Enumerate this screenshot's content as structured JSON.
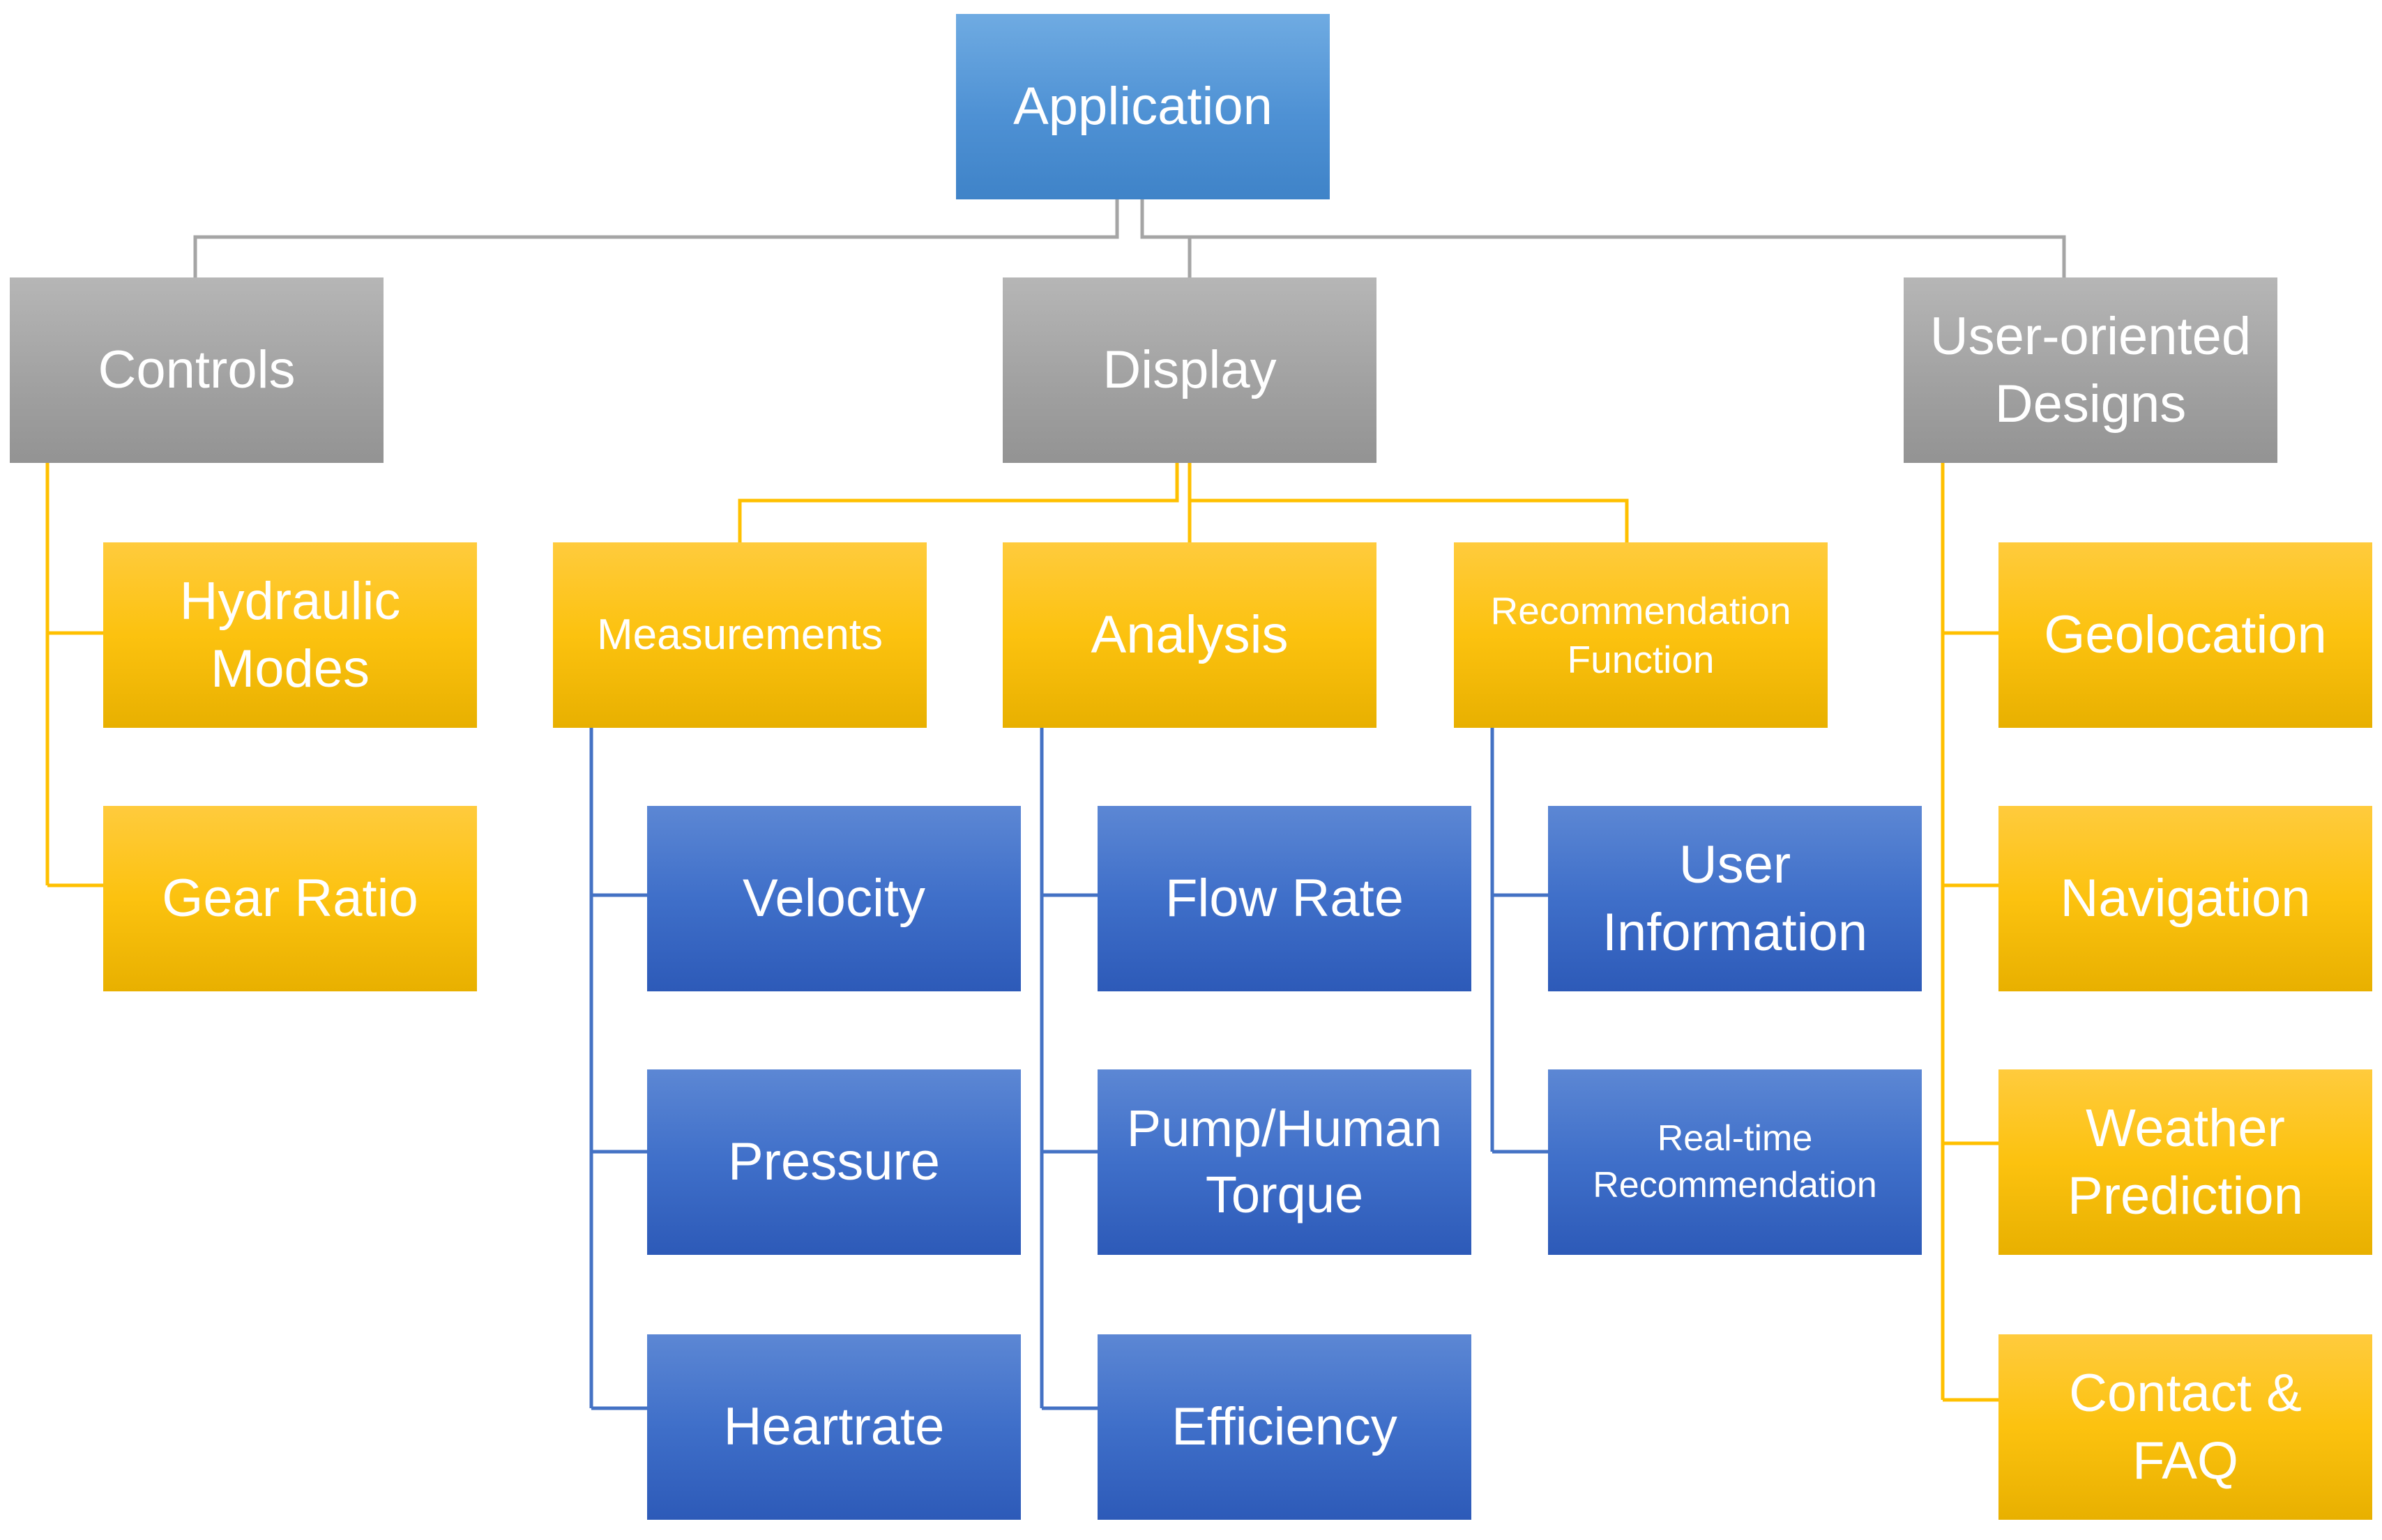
{
  "colors": {
    "root": "#5b9bd5",
    "category": "#a5a5a5",
    "feature": "#ffc000",
    "sub_feature": "#4472c4",
    "connector_gray": "#a5a5a5",
    "connector_gold": "#ffc000",
    "connector_blue": "#4472c4"
  },
  "root": {
    "label": "Application"
  },
  "categories": {
    "controls": {
      "label": "Controls",
      "children": [
        "Hydraulic Modes",
        "Gear Ratio"
      ]
    },
    "display": {
      "label": "Display",
      "children": {
        "measurements": {
          "label": "Measurements",
          "children": [
            "Velocity",
            "Pressure",
            "Heartrate"
          ]
        },
        "analysis": {
          "label": "Analysis",
          "children": [
            "Flow Rate",
            "Pump/Human Torque",
            "Efficiency"
          ]
        },
        "recommendation": {
          "label": "Recommendation Function",
          "children": [
            "User Information",
            "Real-time Recommendation"
          ]
        }
      }
    },
    "user_oriented": {
      "label": "User-oriented Designs",
      "children": [
        "Geolocation",
        "Navigation",
        "Weather Prediction",
        "Contact & FAQ"
      ]
    }
  }
}
